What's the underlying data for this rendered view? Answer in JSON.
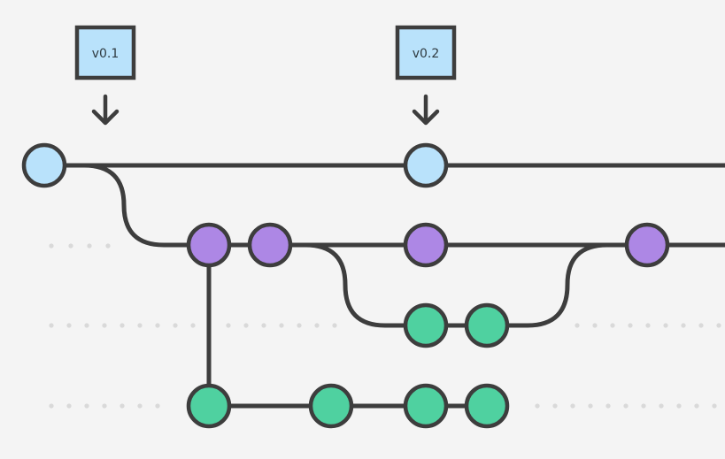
{
  "colors": {
    "background": "#f4f4f4",
    "outline": "#3d3d3d",
    "main_branch": "#b9e2fb",
    "develop_branch": "#ad87e5",
    "feature_branch": "#4fd1a0",
    "tag_fill": "#b9e2fb",
    "dots": "#d9d9d9"
  },
  "tags": [
    {
      "label": "v0.1",
      "commit": "main-1",
      "arrow_icon": "arrow-down-icon"
    },
    {
      "label": "v0.2",
      "commit": "main-2",
      "arrow_icon": "arrow-down-icon"
    }
  ],
  "branches": [
    {
      "id": "main",
      "lane": 0,
      "color": "#b9e2fb",
      "commits": [
        {
          "id": "main-1",
          "slot": 0
        },
        {
          "id": "main-2",
          "slot": 4
        }
      ]
    },
    {
      "id": "develop",
      "lane": 1,
      "color": "#ad87e5",
      "commits": [
        {
          "id": "dev-1",
          "slot": 1
        },
        {
          "id": "dev-2",
          "slot": 2
        },
        {
          "id": "dev-3",
          "slot": 4
        },
        {
          "id": "dev-4",
          "slot": 6
        }
      ]
    },
    {
      "id": "feature-a",
      "lane": 2,
      "color": "#4fd1a0",
      "commits": [
        {
          "id": "fa-1",
          "slot": 4
        },
        {
          "id": "fa-2",
          "slot": 5
        }
      ]
    },
    {
      "id": "feature-b",
      "lane": 3,
      "color": "#4fd1a0",
      "commits": [
        {
          "id": "fb-1",
          "slot": 1
        },
        {
          "id": "fb-2",
          "slot": 3
        },
        {
          "id": "fb-3",
          "slot": 4
        },
        {
          "id": "fb-4",
          "slot": 5
        }
      ]
    }
  ],
  "connections": [
    {
      "from": "main-1",
      "to": "dev-1",
      "kind": "branch-out"
    },
    {
      "from": "dev-2",
      "to": "fa-1",
      "kind": "branch-out"
    },
    {
      "from": "fa-2",
      "to": "dev-4",
      "kind": "merge"
    },
    {
      "from": "dev-1",
      "to": "fb-1",
      "kind": "branch-down"
    }
  ]
}
